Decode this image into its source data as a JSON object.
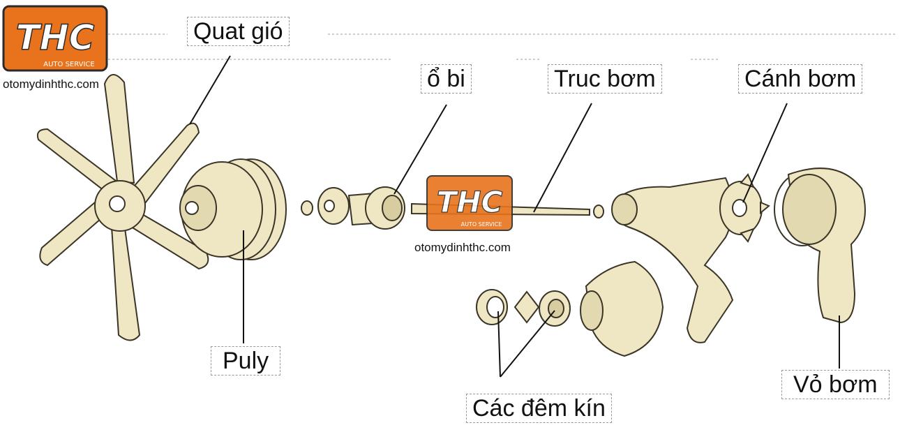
{
  "diagram": {
    "labels": {
      "fan": "Quat gió",
      "bearing": "ổ bi",
      "shaft": "Truc bơm",
      "impeller": "Cánh bơm",
      "pulley": "Puly",
      "seals": "Các đêm kín",
      "housing": "Vỏ bơm"
    }
  },
  "branding": {
    "logo_text": "THC",
    "logo_subtext": "AUTO SERVICE",
    "website": "otomydinhthc.com"
  },
  "colors": {
    "part_fill": "#efe7c4",
    "part_stroke": "#3a3426",
    "logo_orange": "#e8731c",
    "leader": "#111111"
  }
}
